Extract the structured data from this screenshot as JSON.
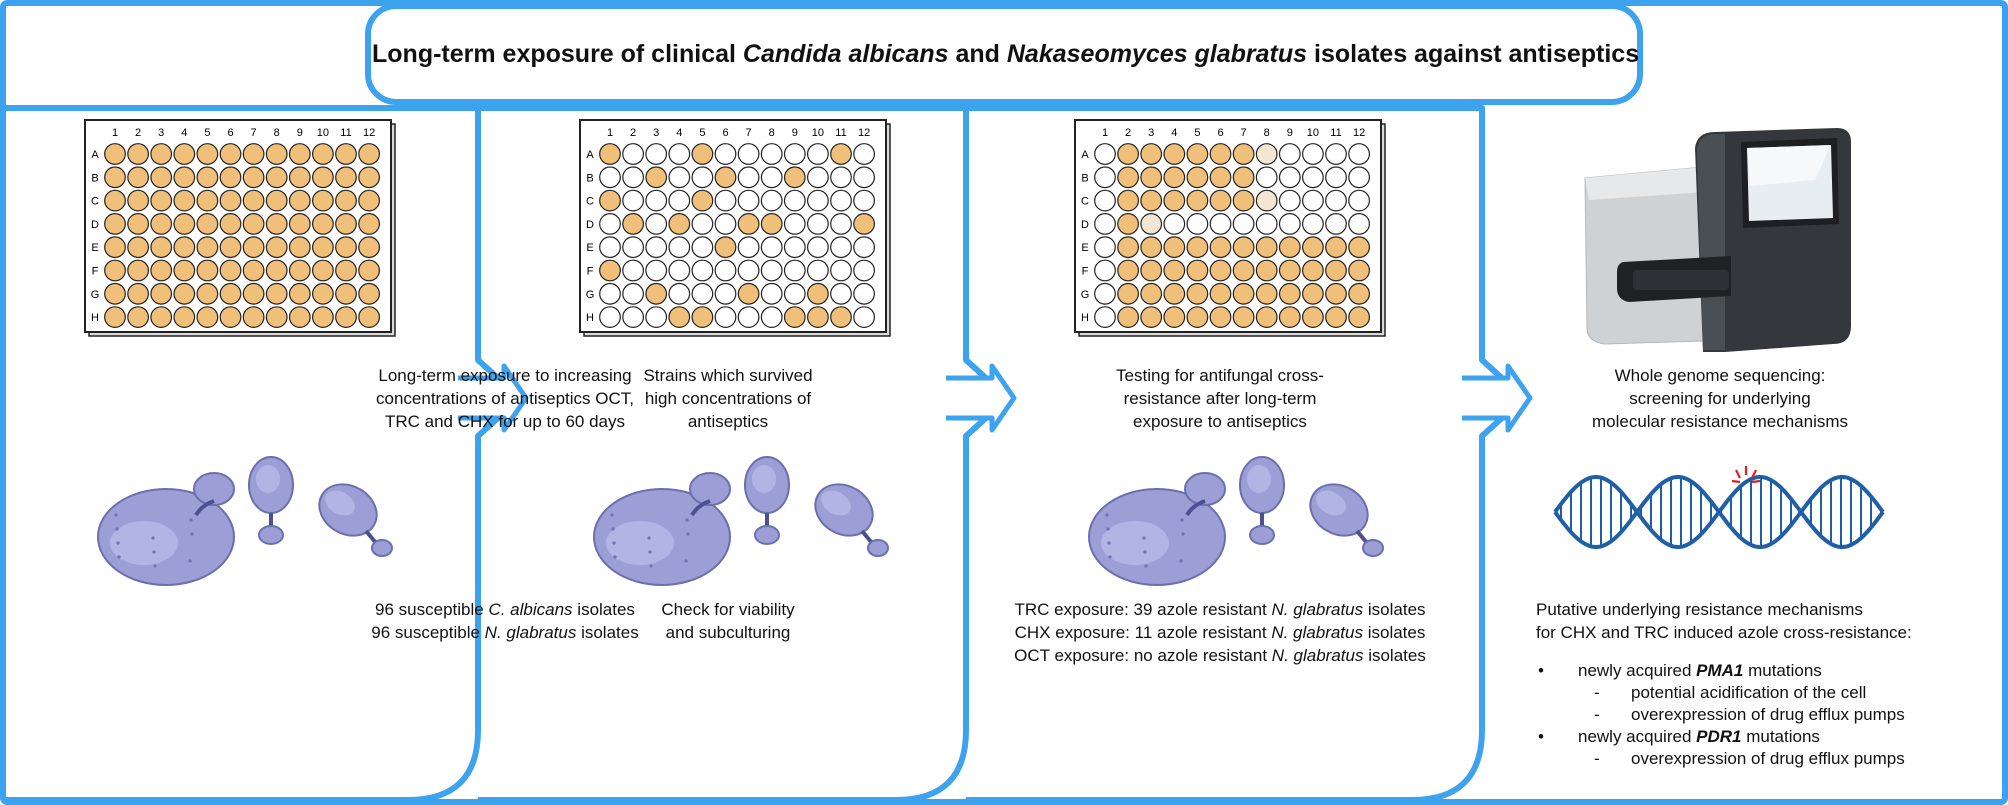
{
  "title": {
    "prefix": "Long-term exposure of clinical ",
    "species1": "Candida albicans",
    "mid": " and ",
    "species2": "Nakaseomyces glabratus",
    "suffix": " isolates against antiseptics"
  },
  "colors": {
    "border": "#3ea3ee",
    "well_filled": "#f0c07a",
    "well_faint": "#f3e6d3",
    "yeast": "#9b9fd6",
    "yeast_dark": "#6c6fae",
    "dna": "#1f5fa8",
    "mutation": "#e02020"
  },
  "icons": [
    "well-plate-icon",
    "yeast-cells-icon",
    "sequencer-icon",
    "dna-helix-icon",
    "arrow-chevron-icon"
  ],
  "plate": {
    "columns": [
      "1",
      "2",
      "3",
      "4",
      "5",
      "6",
      "7",
      "8",
      "9",
      "10",
      "11",
      "12"
    ],
    "rows": [
      "A",
      "B",
      "C",
      "D",
      "E",
      "F",
      "G",
      "H"
    ]
  },
  "panels": [
    {
      "description": [
        "Long-term exposure to increasing",
        "concentrations of antiseptics OCT,",
        "TRC and CHX for up to 60 days"
      ],
      "wells": [
        "111111111111",
        "111111111111",
        "111111111111",
        "111111111111",
        "111111111111",
        "111111111111",
        "111111111111",
        "111111111111"
      ],
      "bottom_lines": [
        {
          "prefix": "96 susceptible ",
          "italic": "C. albicans",
          "suffix": " isolates"
        },
        {
          "prefix": "96 susceptible ",
          "italic": "N. glabratus",
          "suffix": " isolates"
        }
      ]
    },
    {
      "description": [
        "Strains which survived",
        "high concentrations of",
        "antiseptics"
      ],
      "wells": [
        "100010000010",
        "001001001000",
        "100010000000",
        "010100110001",
        "000001000000",
        "100000000000",
        "001000100100",
        "000110001110"
      ],
      "bottom_lines": [
        {
          "prefix": "Check for viability",
          "italic": "",
          "suffix": ""
        },
        {
          "prefix": "and subculturing",
          "italic": "",
          "suffix": ""
        }
      ]
    },
    {
      "description": [
        "Testing for antifungal cross-",
        "resistance after long-term",
        "exposure to antiseptics"
      ],
      "wells": [
        "011111120000",
        "011111100000",
        "011111120000",
        "012000000000",
        "011111111111",
        "011111111111",
        "011111111111",
        "011111111111"
      ],
      "bottom_lines": [
        {
          "prefix": "TRC exposure: 39 azole resistant ",
          "italic": "N. glabratus",
          "suffix": " isolates"
        },
        {
          "prefix": "CHX exposure: 11 azole resistant ",
          "italic": "N. glabratus",
          "suffix": " isolates"
        },
        {
          "prefix": "OCT exposure: no azole resistant ",
          "italic": "N. glabratus",
          "suffix": " isolates"
        }
      ]
    },
    {
      "description": [
        "Whole genome sequencing:",
        "screening for underlying",
        "molecular resistance mechanisms"
      ],
      "intro": [
        "Putative underlying resistance mechanisms",
        "for CHX and TRC induced azole cross-resistance:"
      ],
      "mechanisms": [
        {
          "bullet": "•",
          "prefix": "newly acquired ",
          "gene": "PMA1",
          "suffix": " mutations",
          "subs": [
            "potential acidification of the cell",
            "overexpression of drug efflux pumps"
          ]
        },
        {
          "bullet": "•",
          "prefix": "newly acquired ",
          "gene": "PDR1",
          "suffix": " mutations",
          "subs": [
            "overexpression of drug efflux pumps"
          ]
        }
      ],
      "dash": "-"
    }
  ]
}
